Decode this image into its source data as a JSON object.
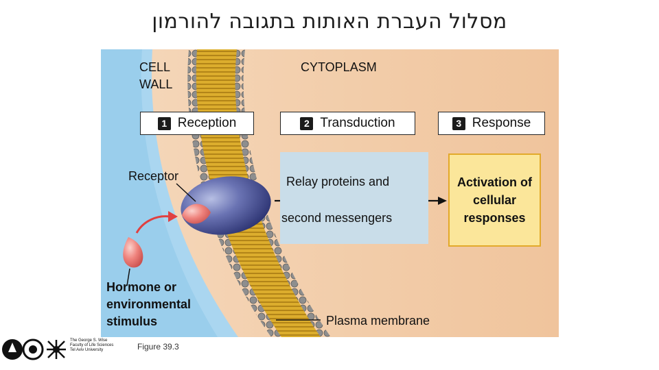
{
  "title": "מסלול העברת האותות  בתגובה להורמון",
  "labels": {
    "cell_wall": "CELL WALL",
    "cytoplasm": "CYTOPLASM",
    "receptor": "Receptor",
    "hormone": "Hormone or environmental stimulus",
    "relay_top": "Relay proteins and",
    "relay_bottom": "second messengers",
    "plasma_membrane": "Plasma membrane"
  },
  "stages": [
    {
      "number": "1",
      "label": "Reception"
    },
    {
      "number": "2",
      "label": "Transduction"
    },
    {
      "number": "3",
      "label": "Response"
    }
  ],
  "response_box": "Activation of cellular responses",
  "figure_label": "Figure 39.3",
  "logo_text": "The George S. Wise Faculty of Life Sciences Tel Aviv University",
  "colors": {
    "cytoplasm": "#f2cba6",
    "cell_wall": "#a8d4ef",
    "membrane_heads": "#9a9a9a",
    "membrane_tails": "#d9a928",
    "receptor": "#5a63a6",
    "hormone": "#e97a78",
    "relay_box": "#c9dde9",
    "response_box": "#fbe69a"
  }
}
